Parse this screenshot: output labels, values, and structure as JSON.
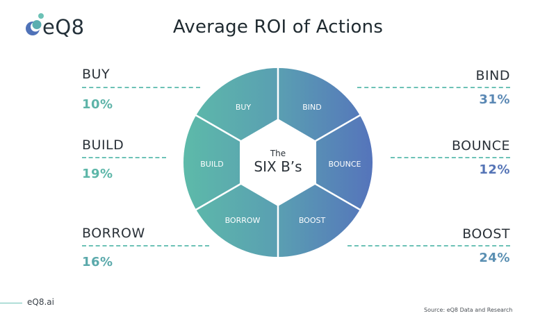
{
  "brand": {
    "logo_text": "eQ8",
    "url": "eQ8.ai",
    "colors": {
      "teal": "#5db8ab",
      "blue": "#5578bb",
      "dash": "#6cc2b6",
      "dark_text": "#24313a"
    }
  },
  "header": {
    "title": "Average ROI of Actions"
  },
  "wheel": {
    "center_small": "The",
    "center_large": "SIX B’s",
    "segments": [
      {
        "label": "BUY"
      },
      {
        "label": "BIND"
      },
      {
        "label": "BOUNCE"
      },
      {
        "label": "BOOST"
      },
      {
        "label": "BORROW"
      },
      {
        "label": "BUILD"
      }
    ]
  },
  "actions": {
    "buy": {
      "label": "BUY",
      "value": "10%",
      "color": "#5db3a8"
    },
    "build": {
      "label": "BUILD",
      "value": "19%",
      "color": "#5cb6a8"
    },
    "borrow": {
      "label": "BORROW",
      "value": "16%",
      "color": "#5aa9ab"
    },
    "bind": {
      "label": "BIND",
      "value": "31%",
      "color": "#5a88b4"
    },
    "bounce": {
      "label": "BOUNCE",
      "value": "12%",
      "color": "#5574b6"
    },
    "boost": {
      "label": "BOOST",
      "value": "24%",
      "color": "#5a8fb2"
    }
  },
  "footer": {
    "source": "Source: eQ8 Data and Research"
  }
}
